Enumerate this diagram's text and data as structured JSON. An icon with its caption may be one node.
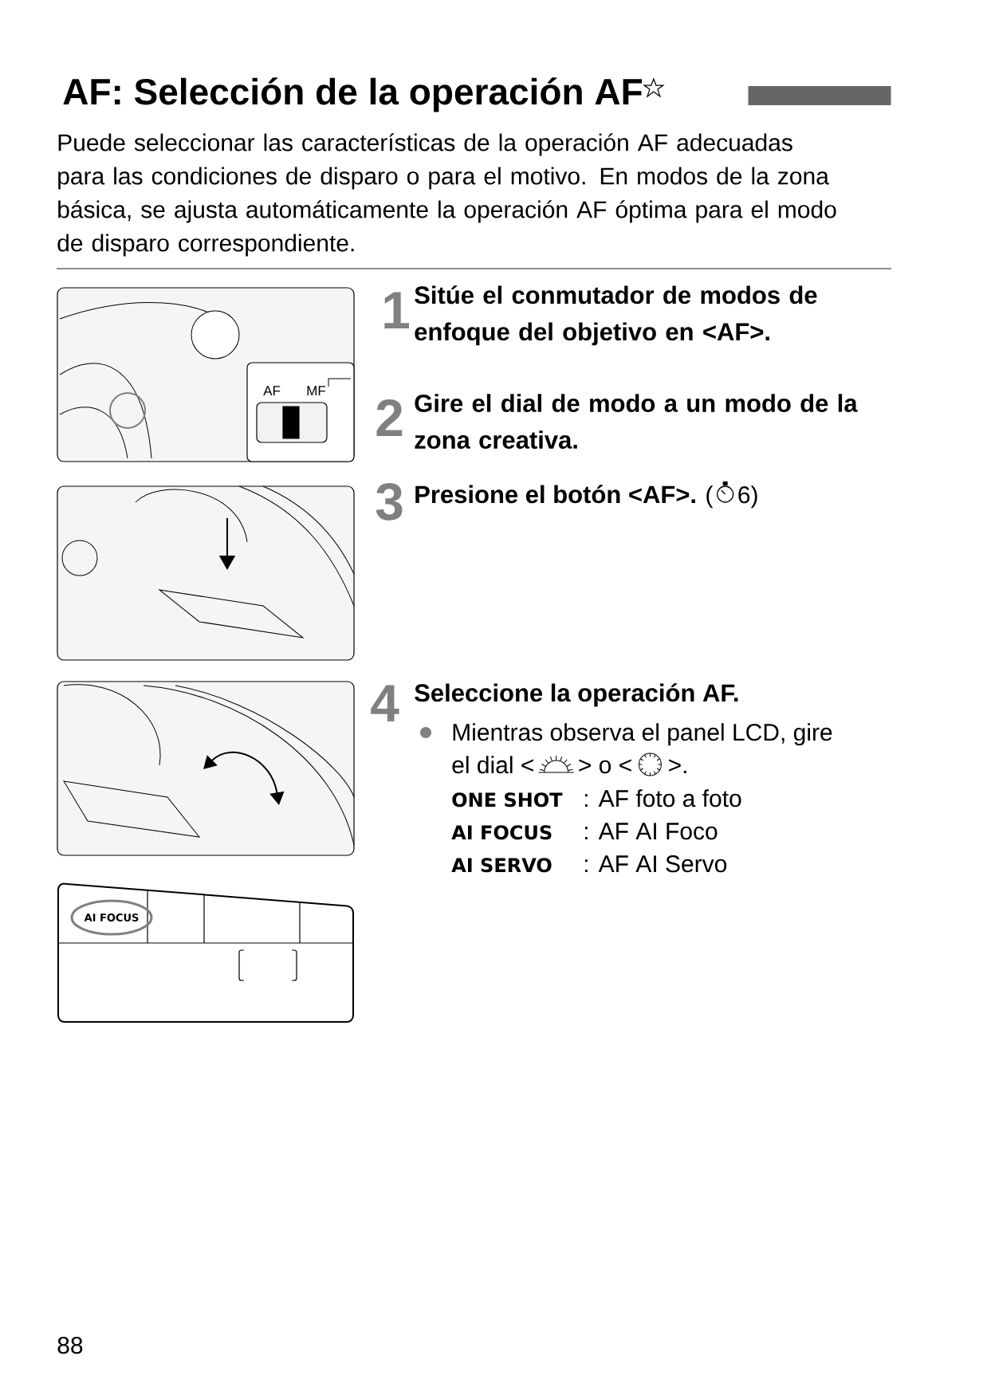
{
  "diagram": {
    "title": "AF: Selección de la operación AF",
    "nodes": [
      {
        "text": [],
        "shape": "bar"
      }
    ],
    "labels": [
      "Puede seleccionar las características de la operación AF adecuadas para las condiciones de disparo o para el motivo. En modos de la zona básica, se ajusta automáticamente la operación AF óptima para el modo de disparo correspondiente.",
      "1",
      "Sitúe el conmutador de modos de enfoque del objetivo en <AF>.",
      "2",
      "Gire el dial de modo a un modo de la zona creativa.",
      "3",
      "Presione el botón <AF>.",
      "(",
      "6)",
      "4",
      "Seleccione la operación AF.",
      "Mientras observa el panel LCD, gire",
      "el dial <",
      "> o <",
      ">.",
      "ONE SHOT",
      ": AF foto a foto",
      "AI FOCUS",
      ": AF AI Foco",
      "AI SERVO",
      ": AF AI Servo",
      "AF",
      "MF",
      "AI FOCUS",
      "88"
    ]
  }
}
